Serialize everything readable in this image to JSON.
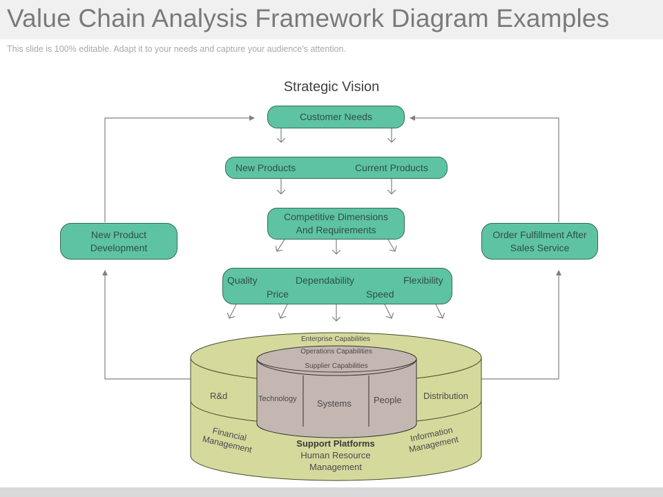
{
  "header": {
    "title": "Value Chain Analysis Framework Diagram Examples",
    "subtitle": "This slide is 100% editable. Adapt it to your needs and capture your audience's attention."
  },
  "diagram": {
    "heading": "Strategic Vision",
    "customer_needs": "Customer Needs",
    "products": {
      "left": "New Products",
      "right": "Current Products"
    },
    "competitive": {
      "line1": "Competitive Dimensions",
      "line2": "And Requirements"
    },
    "dimensions": {
      "quality": "Quality",
      "dependability": "Dependability",
      "flexibility": "Flexibility",
      "price": "Price",
      "speed": "Speed"
    },
    "left_box": {
      "line1": "New Product",
      "line2": "Development"
    },
    "right_box": {
      "line1": "Order Fulfillment  After",
      "line2": "Sales Service"
    },
    "cylinder": {
      "enterprise": "Enterprise Capabilities",
      "operations": "Operations Capabilities",
      "supplier": "Supplier Capabilities",
      "rd": "R&d",
      "technology": "Technology",
      "systems": "Systems",
      "people": "People",
      "distribution": "Distribution",
      "financial": {
        "line1": "Financial",
        "line2": "Management"
      },
      "support_title": "Support Platforms",
      "hr": {
        "line1": "Human Resource",
        "line2": "Management"
      },
      "information": {
        "line1": "Information",
        "line2": "Management"
      }
    },
    "colors": {
      "teal": "#5ec3a2",
      "olive": "#d6d99c",
      "mauve": "#c4b6b1",
      "arrow": "#808080"
    }
  }
}
